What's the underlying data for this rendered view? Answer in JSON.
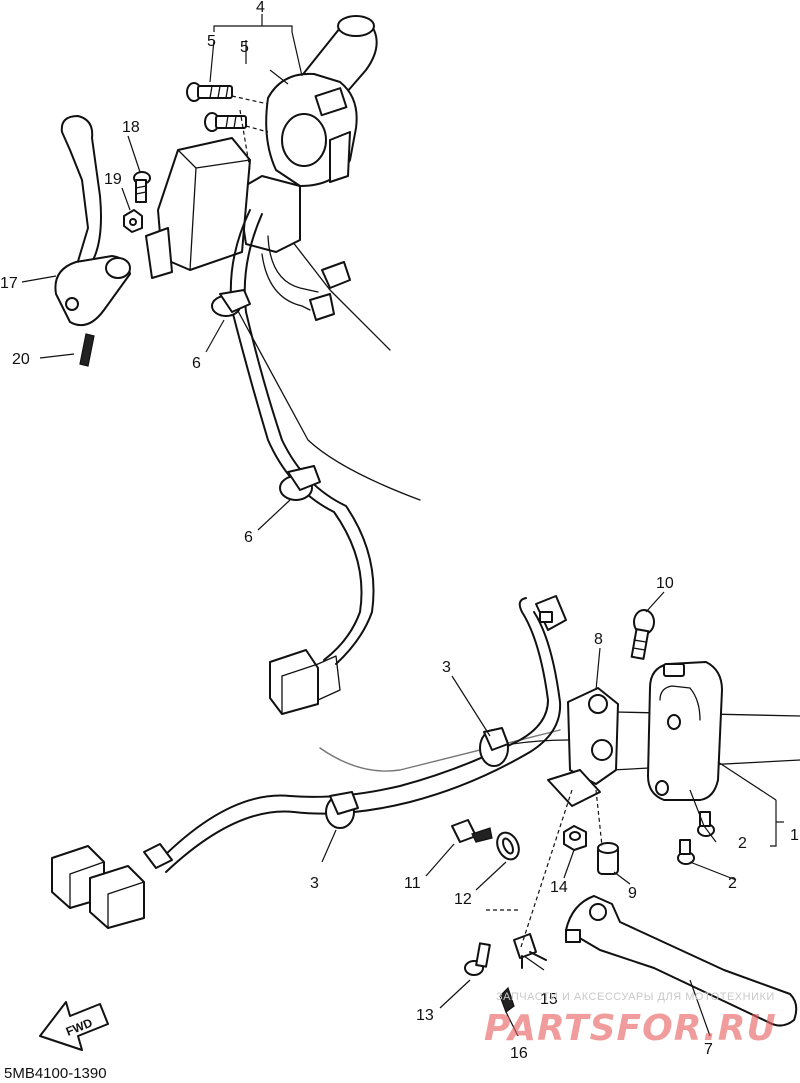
{
  "diagram": {
    "code": "5MB4100-1390",
    "direction_label": "FWD",
    "callouts": [
      {
        "id": "c4",
        "text": "4"
      },
      {
        "id": "c5a",
        "text": "5"
      },
      {
        "id": "c5b",
        "text": "5"
      },
      {
        "id": "c18",
        "text": "18"
      },
      {
        "id": "c19",
        "text": "19"
      },
      {
        "id": "c17",
        "text": "17"
      },
      {
        "id": "c20",
        "text": "20"
      },
      {
        "id": "c6a",
        "text": "6"
      },
      {
        "id": "c6b",
        "text": "6"
      },
      {
        "id": "c10",
        "text": "10"
      },
      {
        "id": "c8",
        "text": "8"
      },
      {
        "id": "c3a",
        "text": "3"
      },
      {
        "id": "c1",
        "text": "1"
      },
      {
        "id": "c2a",
        "text": "2"
      },
      {
        "id": "c2b",
        "text": "2"
      },
      {
        "id": "c3b",
        "text": "3"
      },
      {
        "id": "c11",
        "text": "11"
      },
      {
        "id": "c12",
        "text": "12"
      },
      {
        "id": "c14",
        "text": "14"
      },
      {
        "id": "c9",
        "text": "9"
      },
      {
        "id": "c13",
        "text": "13"
      },
      {
        "id": "c15",
        "text": "15"
      },
      {
        "id": "c16",
        "text": "16"
      },
      {
        "id": "c7",
        "text": "7"
      }
    ]
  },
  "watermark": {
    "caption": "ЗАПЧАСТИ И АКСЕССУАРЫ ДЛЯ МОТОТЕХНИКИ",
    "brand": "PARTSFOR.RU",
    "brand_color": "#e85c5c"
  }
}
